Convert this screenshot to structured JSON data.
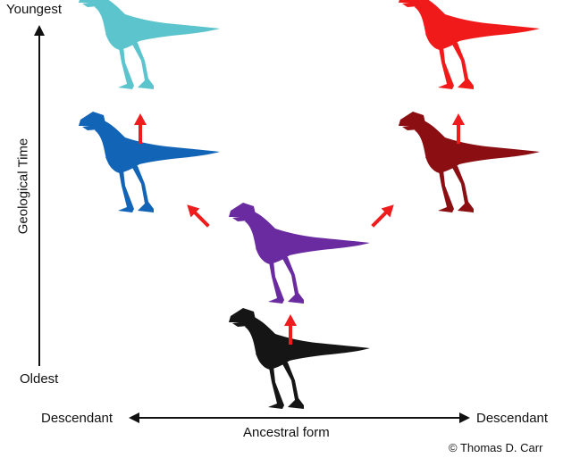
{
  "axis": {
    "top_label": "Youngest",
    "bottom_label": "Oldest",
    "vertical_title": "Geological Time",
    "left_label": "Descendant",
    "right_label": "Descendant",
    "center_label": "Ancestral form"
  },
  "credit": "© Thomas D. Carr",
  "colors": {
    "ancestor": "#151515",
    "middle": "#6a2aa0",
    "left_lower": "#1264b6",
    "left_upper": "#5cc4cc",
    "right_lower": "#8a0e12",
    "right_upper": "#f01a1a",
    "arrow": "#ee1c1c",
    "axis": "#111111"
  },
  "icons": [
    "dinosaur-silhouette-icon",
    "up-arrow-icon"
  ]
}
